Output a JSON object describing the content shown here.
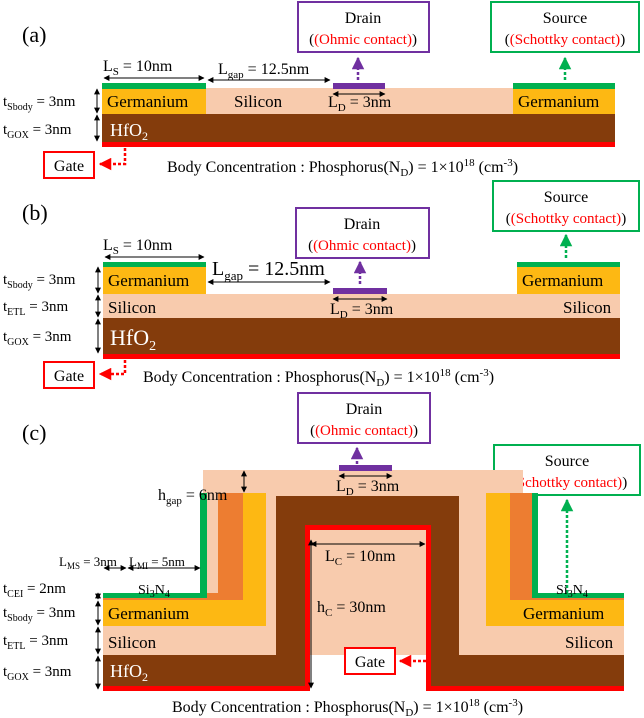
{
  "panels": [
    {
      "label": "(a)",
      "drain": {
        "title": "Drain",
        "sub": "(Ohmic contact)"
      },
      "source": {
        "title": "Source",
        "sub": "(Schottky contact)"
      },
      "gate": "Gate",
      "ls": {
        "pre": "L",
        "sub": "S",
        "post": " = 10nm"
      },
      "lgap": {
        "pre": "L",
        "sub": "gap",
        "post": " = 12.5nm"
      },
      "ld": {
        "pre": "L",
        "sub": "D",
        "post": " = 3nm"
      },
      "tsbody": {
        "pre": "t",
        "sub": "Sbody",
        "post": " = 3nm"
      },
      "tgox": {
        "pre": "t",
        "sub": "GOX",
        "post": " = 3nm"
      },
      "mat_ge_left": "Germanium",
      "mat_si": "Silicon",
      "mat_ge_right": "Germanium",
      "mat_hfo2": {
        "pre": "HfO",
        "sub": "2"
      },
      "body": {
        "pre": "Body Concentration : Phosphorus(N",
        "sub": "D",
        "mid": ") = 1×10",
        "sup": "18",
        "post": " (cm",
        "sup2": "-3",
        "end": ")"
      }
    },
    {
      "label": "(b)",
      "drain": {
        "title": "Drain",
        "sub": "(Ohmic contact)"
      },
      "source": {
        "title": "Source",
        "sub": "(Schottky contact)"
      },
      "gate": "Gate",
      "ls": {
        "pre": "L",
        "sub": "S",
        "post": " = 10nm"
      },
      "lgap": {
        "pre": "L",
        "sub": "gap",
        "post": " = 12.5nm"
      },
      "ld": {
        "pre": "L",
        "sub": "D",
        "post": " = 3nm"
      },
      "tsbody": {
        "pre": "t",
        "sub": "Sbody",
        "post": " = 3nm"
      },
      "tetl": {
        "pre": "t",
        "sub": "ETL",
        "post": " = 3nm"
      },
      "tgox": {
        "pre": "t",
        "sub": "GOX",
        "post": " = 3nm"
      },
      "mat_ge_left": "Germanium",
      "mat_ge_right": "Germanium",
      "mat_si_left": "Silicon",
      "mat_si_right": "Silicon",
      "mat_hfo2": {
        "pre": "HfO",
        "sub": "2"
      },
      "body": {
        "pre": "Body Concentration : Phosphorus(N",
        "sub": "D",
        "mid": ") = 1×10",
        "sup": "18",
        "post": " (cm",
        "sup2": "-3",
        "end": ")"
      }
    },
    {
      "label": "(c)",
      "drain": {
        "title": "Drain",
        "sub": "(Ohmic contact)"
      },
      "source": {
        "title": "Source",
        "sub": "(Schottky contact)"
      },
      "gate": "Gate",
      "ld": {
        "pre": "L",
        "sub": "D",
        "post": " = 3nm"
      },
      "hgap": {
        "pre": "h",
        "sub": "gap",
        "post": " = 6nm"
      },
      "lc": {
        "pre": "L",
        "sub": "C",
        "post": " = 10nm"
      },
      "hc": {
        "pre": "h",
        "sub": "C",
        "post": " = 30nm"
      },
      "lms": {
        "pre": "L",
        "sub": "MS",
        "post": " = 3nm"
      },
      "lmi": {
        "pre": "L",
        "sub": "MI",
        "post": " = 5nm"
      },
      "tcei": {
        "pre": "t",
        "sub": "CEI",
        "post": " = 2nm"
      },
      "tsbody": {
        "pre": "t",
        "sub": "Sbody",
        "post": " = 3nm"
      },
      "tetl": {
        "pre": "t",
        "sub": "ETL",
        "post": " = 3nm"
      },
      "tgox": {
        "pre": "t",
        "sub": "GOX",
        "post": " = 3nm"
      },
      "mat_si3n4_left": {
        "pre": "Si",
        "sub": "3",
        "mid": "N",
        "sub2": "4"
      },
      "mat_si3n4_right": {
        "pre": "Si",
        "sub": "3",
        "mid": "N",
        "sub2": "4"
      },
      "mat_ge_left": "Germanium",
      "mat_ge_right": "Germanium",
      "mat_si_left": "Silicon",
      "mat_si_right": "Silicon",
      "mat_hfo2": {
        "pre": "HfO",
        "sub": "2"
      },
      "body": {
        "pre": "Body Concentration : Phosphorus(N",
        "sub": "D",
        "mid": ") = 1×10",
        "sup": "18",
        "post": " (cm",
        "sup2": "-3",
        "end": ")"
      }
    }
  ],
  "colors": {
    "germanium": "#fdb813",
    "silicon": "#f8cbad",
    "hfo2": "#843c0c",
    "gate": "#ff0000",
    "drain_contact": "#7030a0",
    "source_contact": "#00b050",
    "si3n4": "#ed7d31",
    "red_text": "#ff0000"
  }
}
